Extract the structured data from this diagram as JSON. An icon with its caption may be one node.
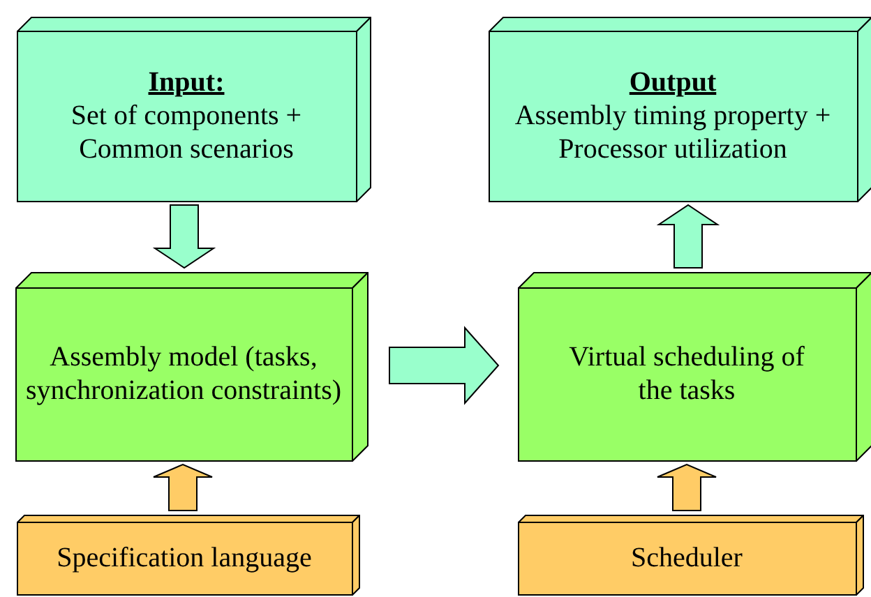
{
  "diagram": {
    "nodes": [
      {
        "text": [
          "Input:",
          "Set of components + Common scenarios"
        ]
      },
      {
        "text": [
          "Output",
          "Assembly timing property + Processor utilization"
        ]
      },
      {
        "text": [
          "Assembly model (tasks, synchronization constraints)"
        ]
      },
      {
        "text": [
          "Virtual scheduling of the tasks"
        ]
      },
      {
        "text": [
          "Specification language"
        ]
      },
      {
        "text": [
          "Scheduler"
        ]
      }
    ],
    "edges": [
      {
        "from": 0,
        "to": 2,
        "arrow": "to"
      },
      {
        "from": 2,
        "to": 3,
        "arrow": "to"
      },
      {
        "from": 3,
        "to": 1,
        "arrow": "to"
      },
      {
        "from": 4,
        "to": 2,
        "arrow": "to",
        "color": "#ffcc66"
      },
      {
        "from": 5,
        "to": 3,
        "arrow": "to",
        "color": "#ffcc66"
      }
    ]
  }
}
